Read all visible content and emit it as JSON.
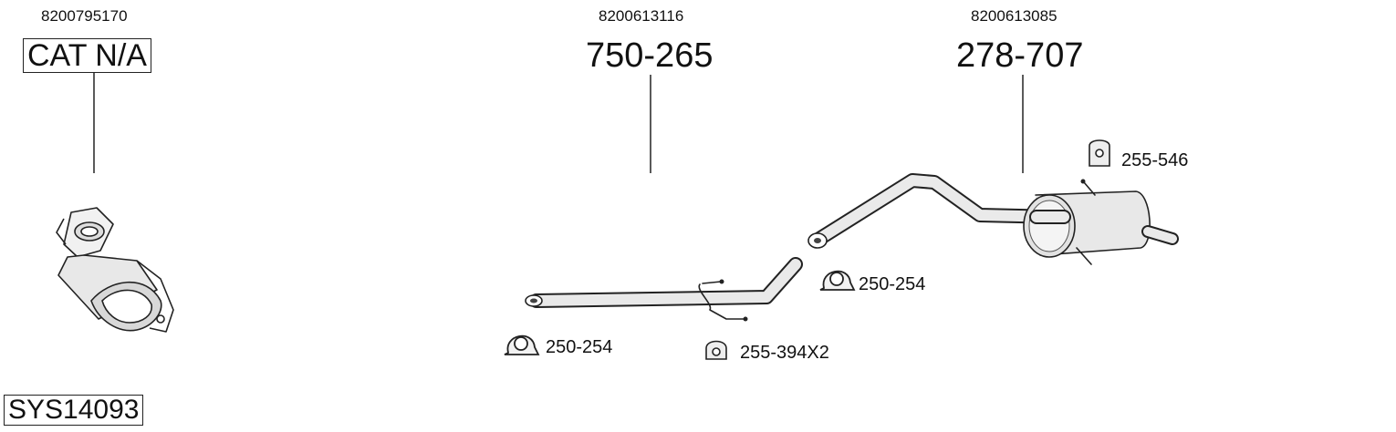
{
  "system_code": "SYS14093",
  "parts": [
    {
      "oem": "8200795170",
      "part_number": "CAT N/A"
    },
    {
      "oem": "8200613116",
      "part_number": "750-265"
    },
    {
      "oem": "8200613085",
      "part_number": "278-707"
    }
  ],
  "accessories": [
    {
      "label": "255-546",
      "icon": "rubber-hanger-icon"
    },
    {
      "label": "250-254",
      "icon": "pipe-clamp-icon"
    },
    {
      "label": "250-254",
      "icon": "pipe-clamp-icon"
    },
    {
      "label": "255-394X2",
      "icon": "rubber-hanger-icon"
    }
  ]
}
